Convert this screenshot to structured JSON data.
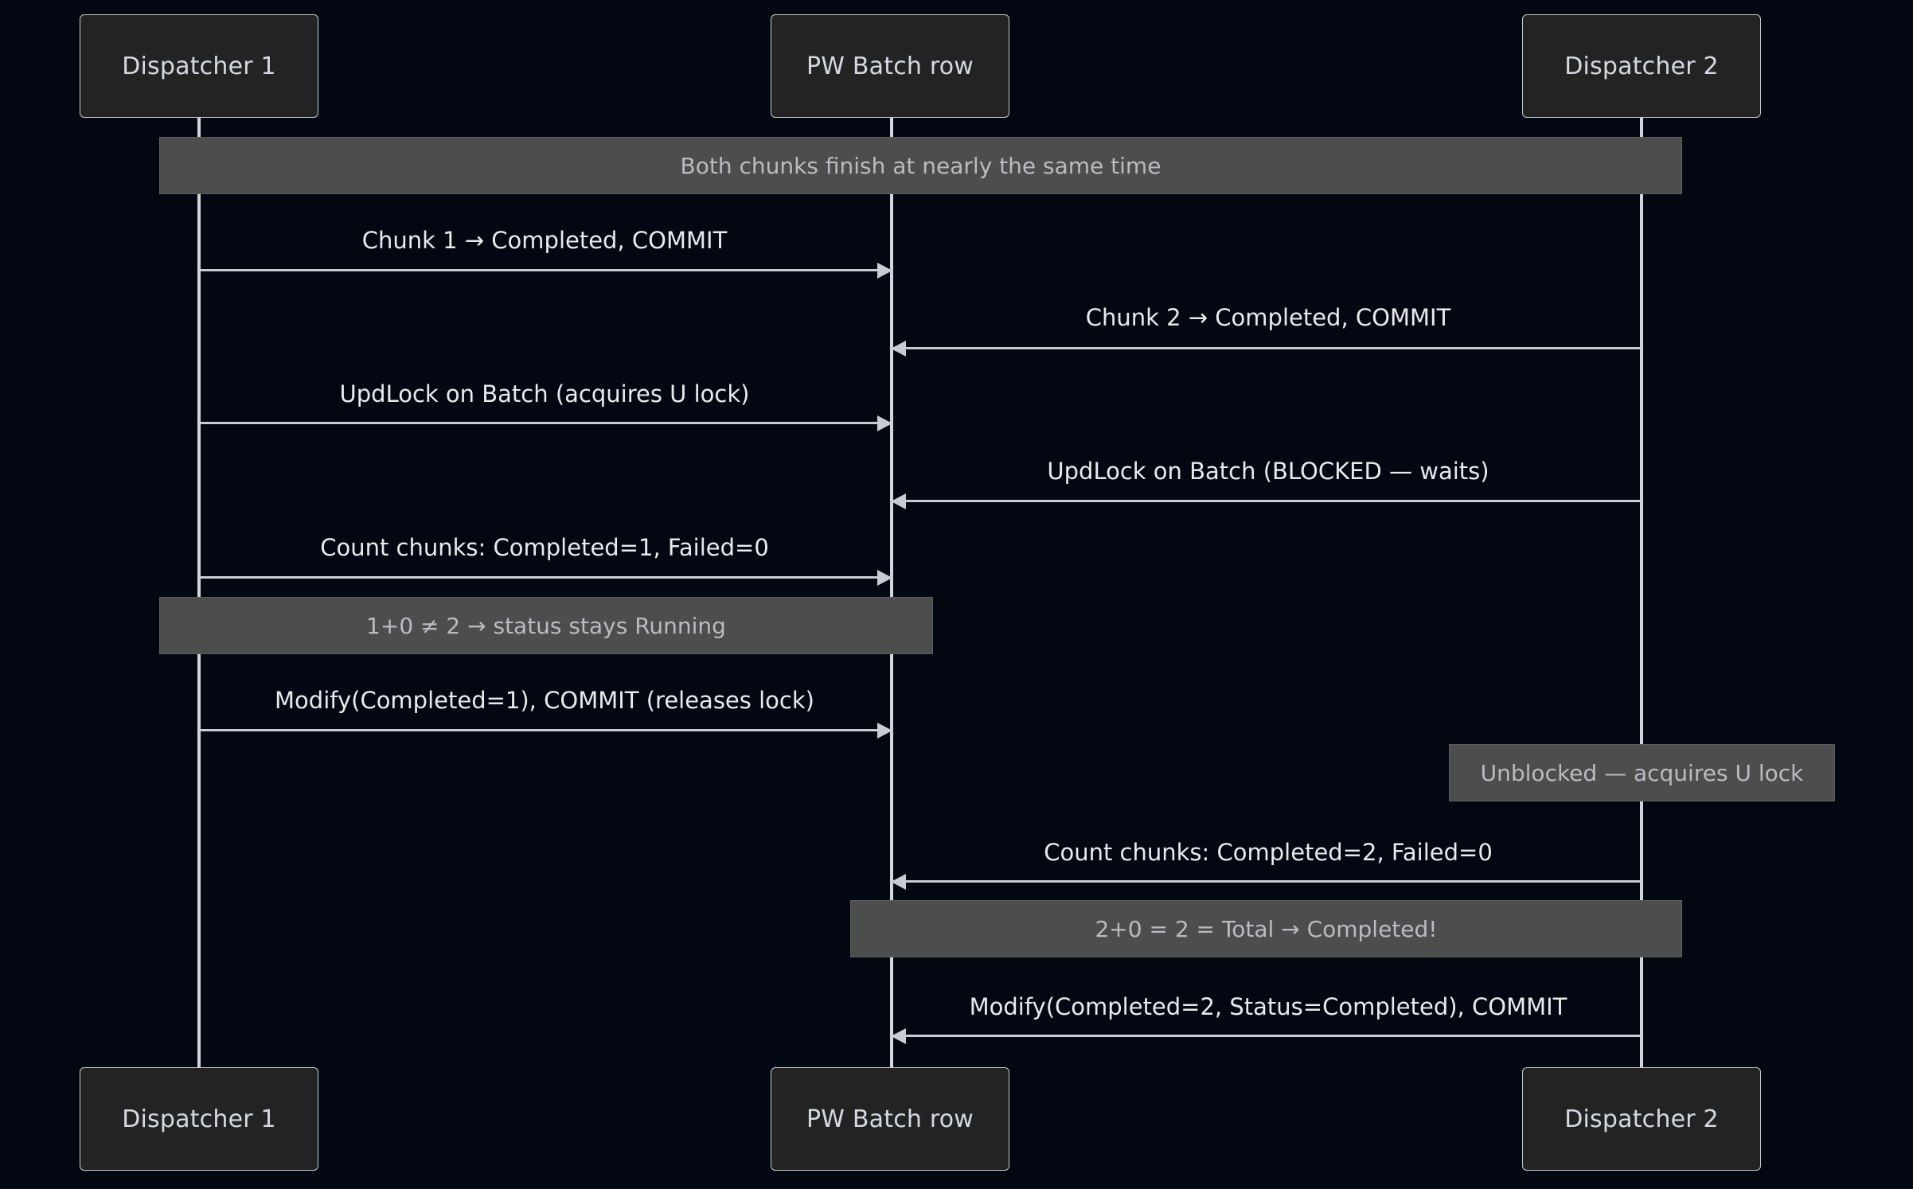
{
  "diagram": {
    "type": "sequence-diagram",
    "background_color": "#030711",
    "actor_fill": "#232323",
    "actor_border": "#c8cdd4",
    "note_fill": "#4c4e4d",
    "line_color": "#c9cdd3",
    "text_color": "#e8eaed"
  },
  "participants": [
    {
      "id": "d1",
      "label": "Dispatcher 1"
    },
    {
      "id": "pw",
      "label": "PW Batch row"
    },
    {
      "id": "d2",
      "label": "Dispatcher 2"
    }
  ],
  "participants_bottom": [
    {
      "id": "d1b",
      "label": "Dispatcher 1"
    },
    {
      "id": "pwb",
      "label": "PW Batch row"
    },
    {
      "id": "d2b",
      "label": "Dispatcher 2"
    }
  ],
  "notes": [
    {
      "id": "note-both-chunks",
      "text": "Both chunks finish at nearly the same time"
    },
    {
      "id": "note-status-running",
      "text": "1+0 ≠ 2 → status stays Running"
    },
    {
      "id": "note-unblocked",
      "text": "Unblocked — acquires U lock"
    },
    {
      "id": "note-completed",
      "text": "2+0 = 2 = Total → Completed!"
    }
  ],
  "messages": [
    {
      "id": "msg-chunk1",
      "from": "d1",
      "to": "pw",
      "direction": "right",
      "label": "Chunk 1 → Completed, COMMIT"
    },
    {
      "id": "msg-chunk2",
      "from": "d2",
      "to": "pw",
      "direction": "left",
      "label": "Chunk 2 → Completed, COMMIT"
    },
    {
      "id": "msg-updlock-acquire",
      "from": "d1",
      "to": "pw",
      "direction": "right",
      "label": "UpdLock on Batch (acquires U lock)"
    },
    {
      "id": "msg-updlock-blocked",
      "from": "d2",
      "to": "pw",
      "direction": "left",
      "label": "UpdLock on Batch (BLOCKED — waits)"
    },
    {
      "id": "msg-count-1",
      "from": "d1",
      "to": "pw",
      "direction": "right",
      "label": "Count chunks: Completed=1, Failed=0"
    },
    {
      "id": "msg-modify-1",
      "from": "d1",
      "to": "pw",
      "direction": "right",
      "label": "Modify(Completed=1), COMMIT (releases lock)"
    },
    {
      "id": "msg-count-2",
      "from": "d2",
      "to": "pw",
      "direction": "left",
      "label": "Count chunks: Completed=2, Failed=0"
    },
    {
      "id": "msg-modify-2",
      "from": "d2",
      "to": "pw",
      "direction": "left",
      "label": "Modify(Completed=2, Status=Completed), COMMIT"
    }
  ]
}
